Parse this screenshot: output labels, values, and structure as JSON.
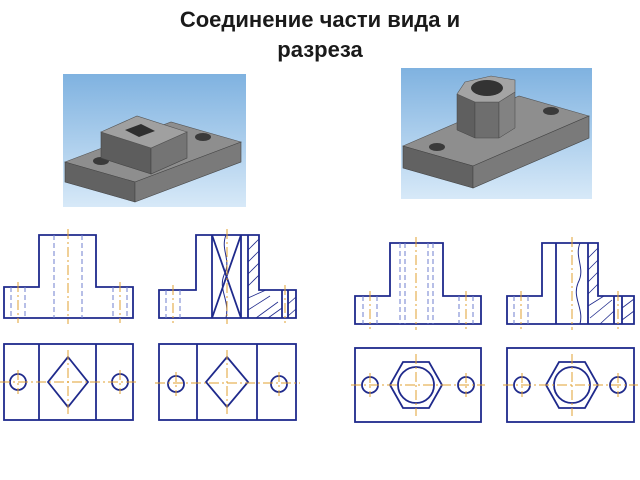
{
  "title_lines": [
    "Соединение части вида и",
    "разреза"
  ],
  "colors": {
    "outline": "#1f2a8c",
    "hidden": "#6f7fcf",
    "centerline": "#e0a030",
    "part_fill": "#8a8a8a",
    "iso_background": "#9fc8ec"
  },
  "models": [
    {
      "name": "part-with-square-hole",
      "feature": "square-hole"
    },
    {
      "name": "part-with-hex-boss",
      "feature": "hexagon-boss"
    }
  ],
  "drawings": [
    {
      "name": "view",
      "feature": "square-hole"
    },
    {
      "name": "view-with-half-section",
      "feature": "square-hole"
    },
    {
      "name": "view",
      "feature": "hexagon-boss"
    },
    {
      "name": "view-with-half-section",
      "feature": "hexagon-boss"
    }
  ]
}
